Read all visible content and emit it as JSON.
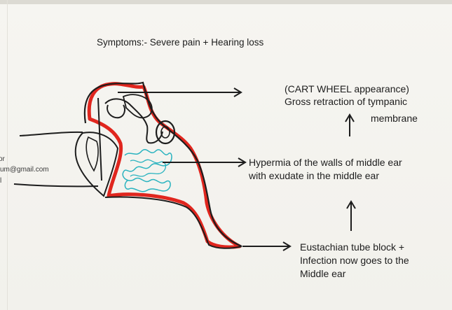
{
  "title": "Symptoms:- Severe pain + Hearing loss",
  "labels": {
    "cart_wheel": "(CART WHEEL appearance)",
    "gross_retraction": "Gross retraction of tympanic",
    "membrane": "membrane",
    "hyperemia_line1": "Hypermia of the walls of middle ear",
    "hyperemia_line2": "with exudate in the middle ear",
    "eustachian_line1": "Eustachian tube block +",
    "eustachian_line2": "Infection now goes to the",
    "eustachian_line3": "Middle ear"
  },
  "watermark": {
    "line1": "or",
    "line2": "um@gmail.com",
    "line3": "l"
  },
  "colors": {
    "ink": "#1d1d1d",
    "red": "#e0261e",
    "exudate": "#29b3bf"
  }
}
